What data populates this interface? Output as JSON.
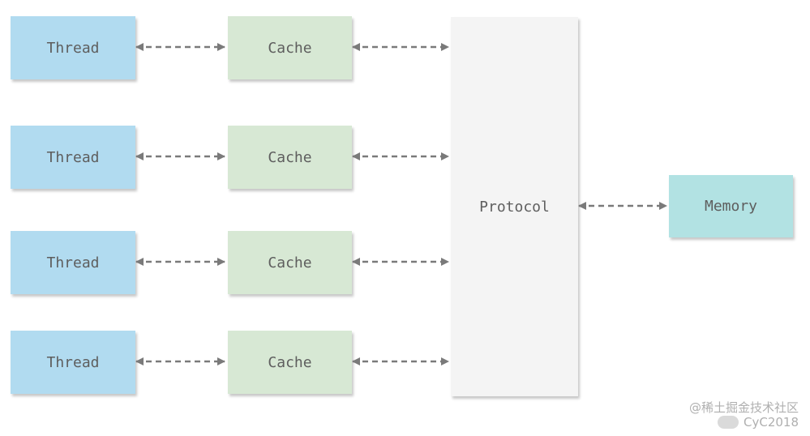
{
  "diagram": {
    "threads": [
      "Thread",
      "Thread",
      "Thread",
      "Thread"
    ],
    "caches": [
      "Cache",
      "Cache",
      "Cache",
      "Cache"
    ],
    "protocol": "Protocol",
    "memory": "Memory",
    "colors": {
      "thread": "#b1dbf0",
      "cache": "#d7e8d4",
      "protocol": "#f4f4f4",
      "memory": "#b2e2e3",
      "arrow": "#7a7a7a",
      "text": "#5e5e5e"
    }
  },
  "watermark": {
    "line1": "@稀土掘金技术社区",
    "line2": "CyC2018"
  }
}
